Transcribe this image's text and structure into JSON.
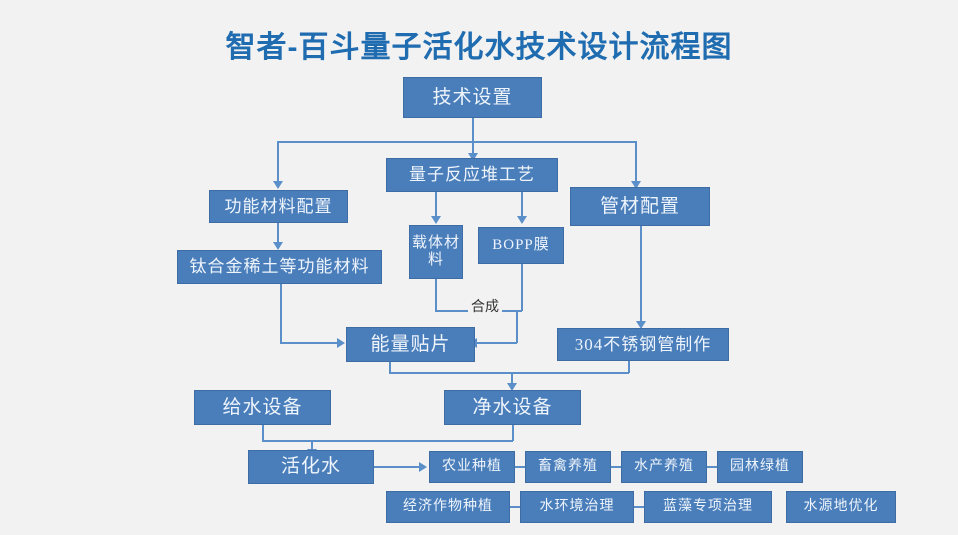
{
  "title": "智者-百斗量子活化水技术设计流程图",
  "theme": {
    "background": "#f2f2f2",
    "node_fill": "#4a7ebb",
    "node_border": "#3e6da6",
    "node_text": "#eef4fb",
    "connector": "#5b8fc9",
    "title_color": "#1f6cb0",
    "edge_label_color": "#333333"
  },
  "nodes": {
    "root": "技术设置",
    "material_config": "功能材料配置",
    "reactor_process": "量子反应堆工艺",
    "pipe_config": "管材配置",
    "carrier_material": "载体材料",
    "bopp_film": "BOPP膜",
    "ti_alloy_material": "钛合金稀土等功能材料",
    "energy_patch": "能量贴片",
    "steel_pipe": "304不锈钢管制作",
    "water_supply": "给水设备",
    "water_purify": "净水设备",
    "activated_water": "活化水"
  },
  "edge_labels": {
    "synthesis": "合成"
  },
  "applications": {
    "row1": [
      "农业种植",
      "畜禽养殖",
      "水产养殖",
      "园林绿植"
    ],
    "row2": [
      "经济作物种植",
      "水环境治理",
      "蓝藻专项治理",
      "水源地优化"
    ]
  }
}
